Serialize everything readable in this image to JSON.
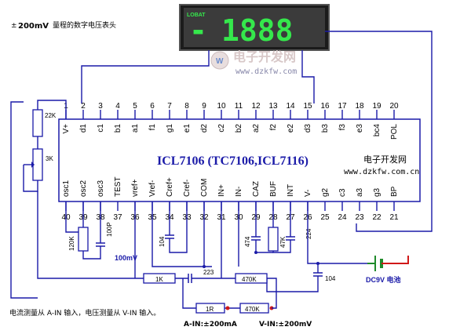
{
  "header": {
    "caption_prefix": "±",
    "caption_value": "200mV",
    "caption_text": "量程的数字电压表头"
  },
  "display": {
    "brand": "LOBAT",
    "minus": "-",
    "digits": "1888"
  },
  "watermark": {
    "site_cn": "电子开发网",
    "site_url": "www.dzkfw.com"
  },
  "side_brand": {
    "title": "电子开发网",
    "url": "www.dzkfw.com.cn"
  },
  "chip": {
    "title": "ICL7106 (TC7106,ICL7116)",
    "top_pins": [
      {
        "num": "1",
        "name": "V+"
      },
      {
        "num": "2",
        "name": "d1"
      },
      {
        "num": "3",
        "name": "c1"
      },
      {
        "num": "4",
        "name": "b1"
      },
      {
        "num": "5",
        "name": "a1"
      },
      {
        "num": "6",
        "name": "f1"
      },
      {
        "num": "7",
        "name": "g1"
      },
      {
        "num": "8",
        "name": "e1"
      },
      {
        "num": "9",
        "name": "d2"
      },
      {
        "num": "10",
        "name": "c2"
      },
      {
        "num": "11",
        "name": "b2"
      },
      {
        "num": "12",
        "name": "a2"
      },
      {
        "num": "13",
        "name": "f2"
      },
      {
        "num": "14",
        "name": "e2"
      },
      {
        "num": "15",
        "name": "d3"
      },
      {
        "num": "16",
        "name": "b3"
      },
      {
        "num": "17",
        "name": "f3"
      },
      {
        "num": "18",
        "name": "e3"
      },
      {
        "num": "19",
        "name": "bc4"
      },
      {
        "num": "20",
        "name": "POL"
      }
    ],
    "bottom_pins": [
      {
        "num": "40",
        "name": "osc1"
      },
      {
        "num": "39",
        "name": "osc2"
      },
      {
        "num": "38",
        "name": "osc3"
      },
      {
        "num": "37",
        "name": "TEST"
      },
      {
        "num": "36",
        "name": "vref+"
      },
      {
        "num": "35",
        "name": "Vref-"
      },
      {
        "num": "34",
        "name": "Cref+"
      },
      {
        "num": "33",
        "name": "Cref-"
      },
      {
        "num": "32",
        "name": "COM"
      },
      {
        "num": "31",
        "name": "IN+"
      },
      {
        "num": "30",
        "name": "IN-"
      },
      {
        "num": "29",
        "name": "CAZ"
      },
      {
        "num": "28",
        "name": "BUF"
      },
      {
        "num": "27",
        "name": "INT"
      },
      {
        "num": "26",
        "name": "V-"
      },
      {
        "num": "25",
        "name": "g2"
      },
      {
        "num": "24",
        "name": "c3"
      },
      {
        "num": "23",
        "name": "a3"
      },
      {
        "num": "22",
        "name": "g3"
      },
      {
        "num": "21",
        "name": "BP"
      }
    ]
  },
  "components": {
    "r_22k": "22K",
    "pot_3k": "3K",
    "r_120k": "120K",
    "c_100p": "100P",
    "c_100mv": "100mV",
    "c_104a": "104",
    "c_474": "474",
    "r_47k": "47K",
    "c_224": "224",
    "r_1k": "1K",
    "c_223": "223",
    "r_470k_a": "470K",
    "c_104b": "104",
    "battery": "DC9V 电池",
    "r_1r": "1R",
    "r_470k_b": "470K"
  },
  "footer": {
    "note": "电流测量从 A-IN 输入，电压测量从 V-IN 输入。",
    "a_in": "A-IN:±200mA",
    "v_in": "V-IN:±200mV"
  }
}
